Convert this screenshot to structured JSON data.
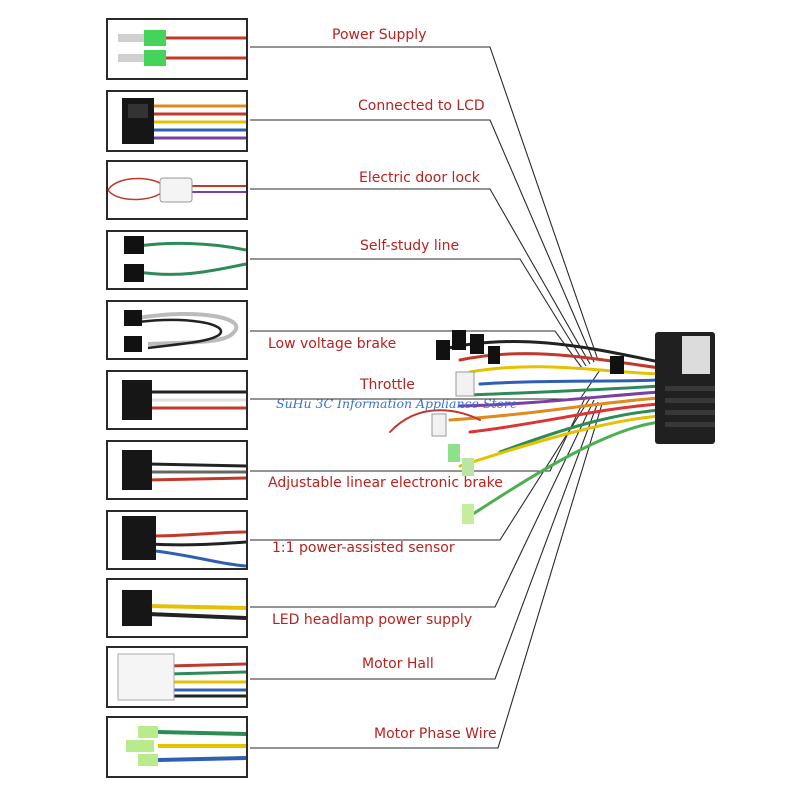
{
  "labels": [
    "Power Supply",
    "Connected to LCD",
    "Electric door lock",
    "Self-study line",
    "Low voltage brake",
    "Throttle",
    "Adjustable linear electronic brake",
    "1:1 power-assisted sensor",
    "LED headlamp power supply",
    "Motor Hall",
    "Motor Phase Wire"
  ],
  "watermark": "SuHu 3C Information Appliance Store",
  "colors": {
    "label": "#b8221f",
    "watermark": "#3a6fd8",
    "frame": "#2a2a2a"
  }
}
